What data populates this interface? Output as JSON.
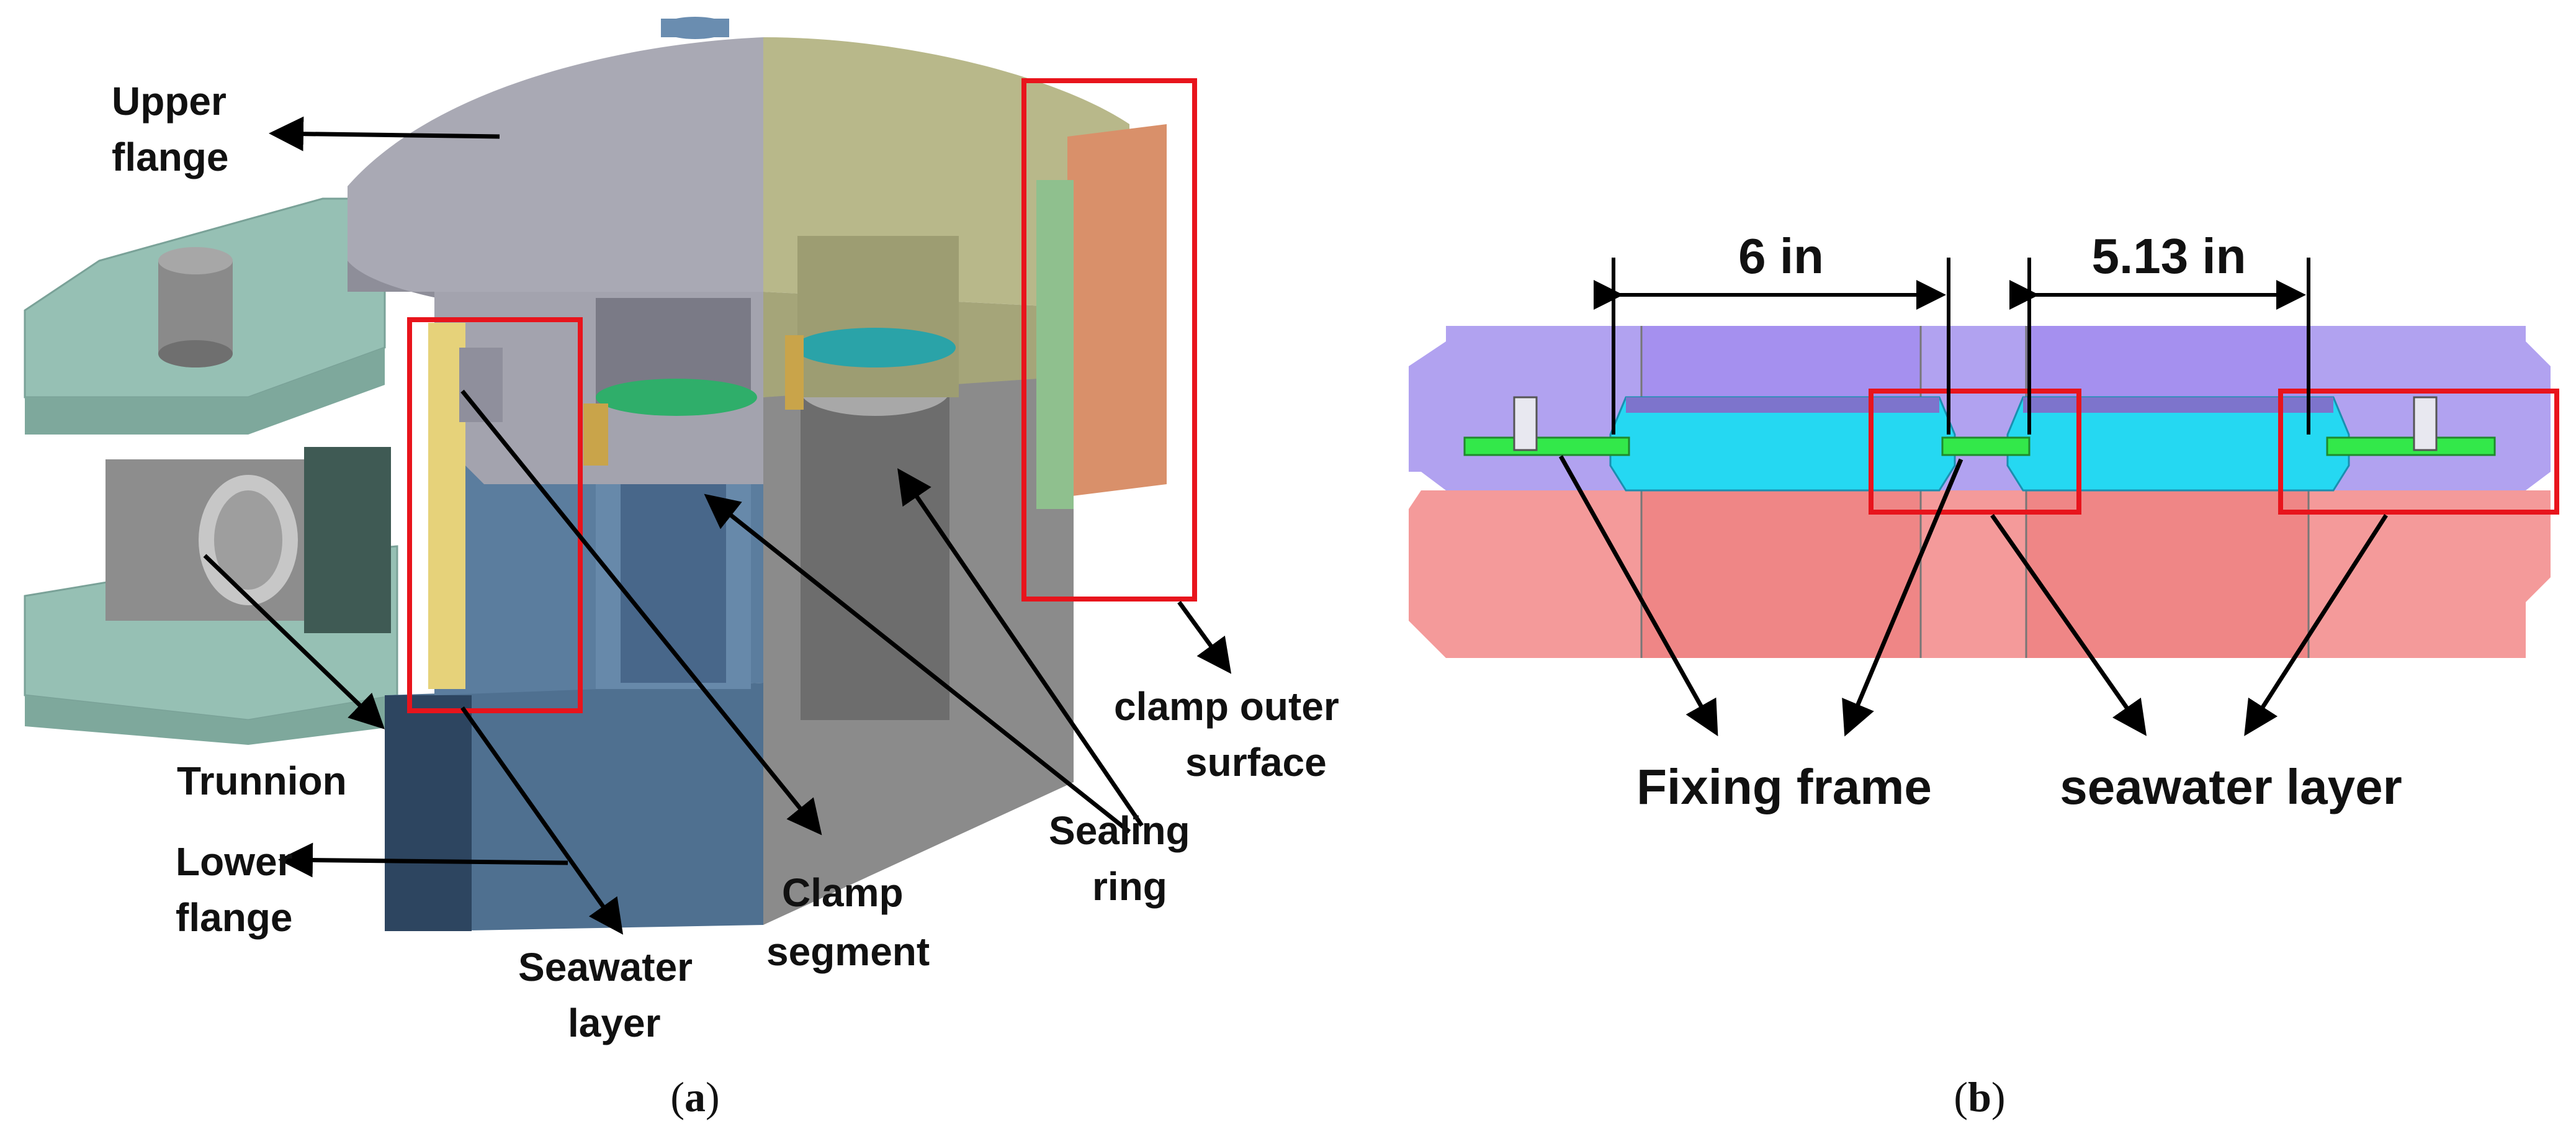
{
  "panel_a": {
    "caption_open": "(",
    "caption_letter": "a",
    "caption_close": ")",
    "labels": {
      "upper_flange_1": "Upper",
      "upper_flange_2": "flange",
      "trunnion": "Trunnion",
      "lower_flange_1": "Lower",
      "lower_flange_2": "flange",
      "seawater_1": "Seawater",
      "seawater_2": "layer",
      "clamp_segment_1": "Clamp",
      "clamp_segment_2": "segment",
      "sealing_ring_1": "Sealing",
      "sealing_ring_2": "ring",
      "clamp_outer_1": "clamp outer",
      "clamp_outer_2": "surface"
    }
  },
  "panel_b": {
    "caption_open": "(",
    "caption_letter": "b",
    "caption_close": ")",
    "dims": {
      "left": "6 in",
      "right": "5.13 in"
    },
    "labels": {
      "fixing_frame": "Fixing frame",
      "seawater_layer": "seawater layer"
    }
  },
  "colors": {
    "highlight_box": "#e8141c",
    "upper_flange": "#a9a9b4",
    "lower_flange": "#4f7090",
    "trunnion_body": "#96c0b4",
    "clamp_segment": "#b8b88a",
    "sealing_ring": "#2fae6a",
    "clamp_outer": "#d9906a",
    "seawater": "#e6d27a",
    "upper_hub": "#b1a2f0",
    "lower_hub": "#f49a9a",
    "ring_gasket": "#25d8f2",
    "fixing_frame": "#33e84a"
  }
}
